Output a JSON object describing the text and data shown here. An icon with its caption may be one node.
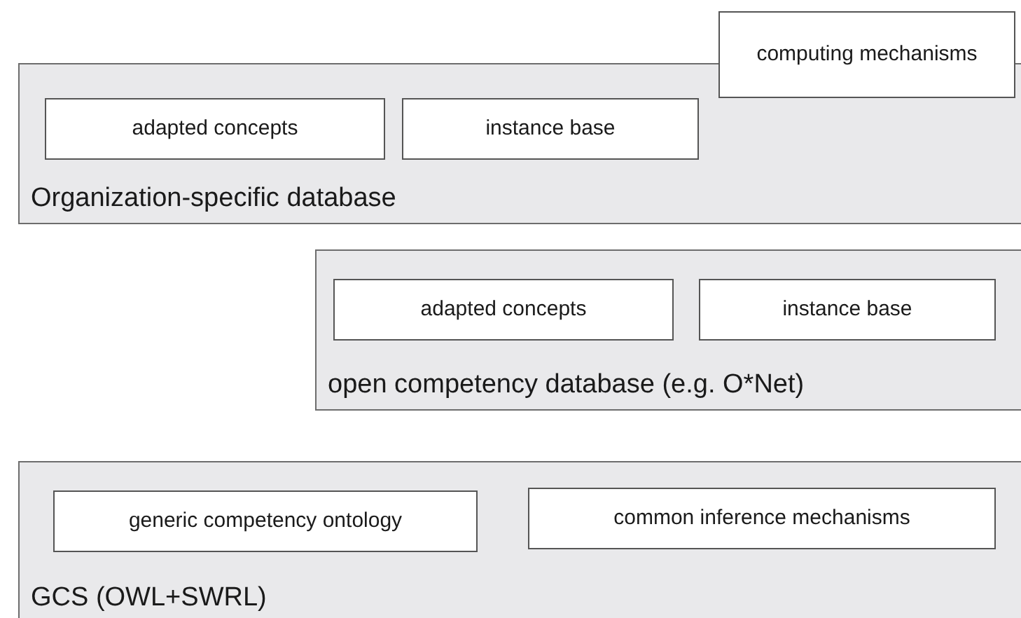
{
  "diagram": {
    "nodes": [
      {
        "text": [
          "computing mechanisms"
        ]
      },
      {
        "text": [
          "Organization-specific database"
        ]
      },
      {
        "text": [
          "adapted concepts"
        ],
        "in": 1
      },
      {
        "text": [
          "instance base"
        ],
        "in": 1
      },
      {
        "text": [
          "open competency database (e.g. O*Net)"
        ]
      },
      {
        "text": [
          "adapted concepts"
        ],
        "in": 4
      },
      {
        "text": [
          "instance base"
        ],
        "in": 4
      },
      {
        "text": [
          "GCS (OWL+SWRL)"
        ]
      },
      {
        "text": [
          "generic competency ontology"
        ],
        "in": 7
      },
      {
        "text": [
          "common inference mechanisms"
        ],
        "in": 7
      }
    ]
  }
}
